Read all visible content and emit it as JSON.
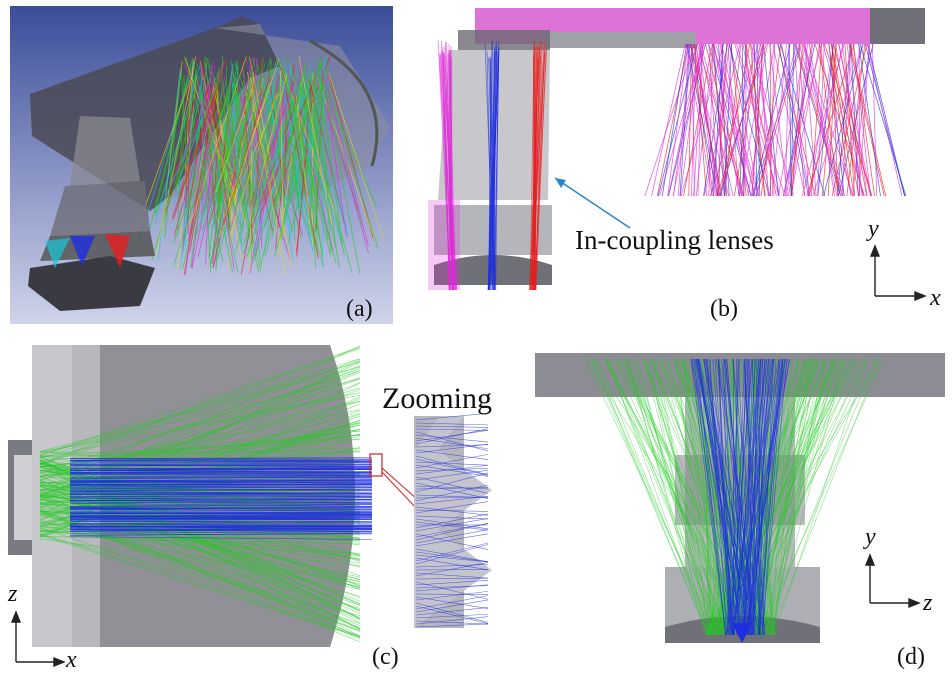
{
  "panels": {
    "a": {
      "label": "(a)"
    },
    "b": {
      "label": "(b)",
      "annotation": "In-coupling lenses",
      "axis_vertical": "y",
      "axis_horizontal": "x"
    },
    "c": {
      "label": "(c)",
      "zoom_title": "Zooming",
      "axis_vertical": "z",
      "axis_horizontal": "x"
    },
    "d": {
      "label": "(d)",
      "axis_vertical": "y",
      "axis_horizontal": "z"
    }
  },
  "colors": {
    "ray_red": "#e81d1d",
    "ray_green": "#22cc22",
    "ray_blue": "#1e2de0",
    "ray_magenta": "#e02ad8",
    "ray_yellow": "#e8d81a",
    "ray_cyan": "#18c8d8",
    "component_gray": "#8a8a92",
    "bg_blue_top": "#3d4f9c",
    "bg_blue_bottom": "#c9cfe6",
    "callout_blue": "#2a86c8",
    "zoom_box_red": "#d42020"
  }
}
